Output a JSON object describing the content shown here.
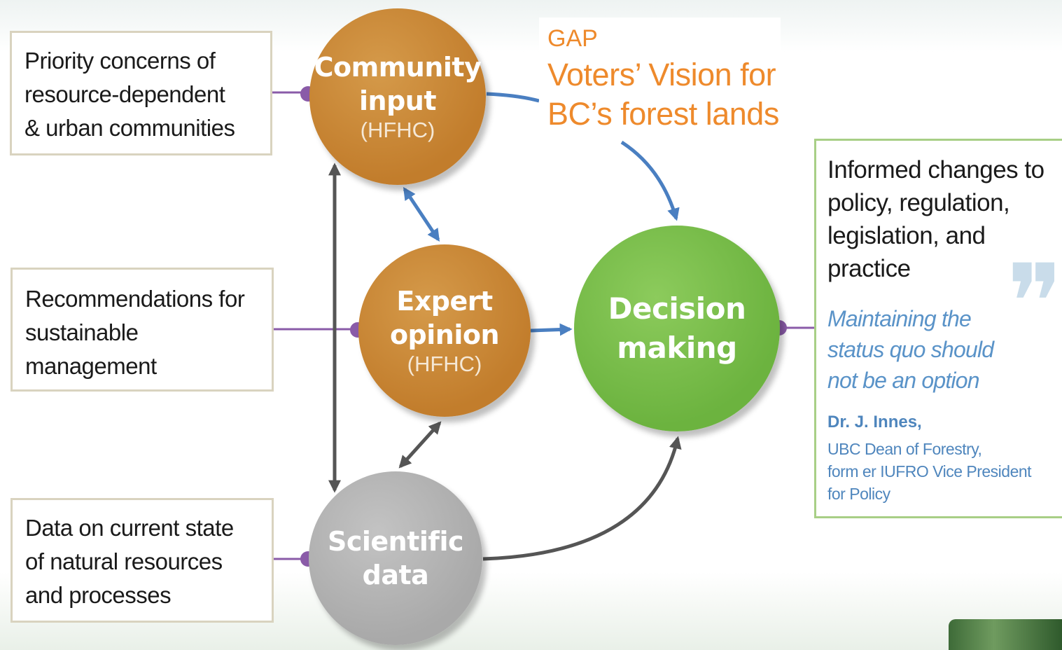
{
  "inputs": {
    "priority": [
      "Priority concerns of",
      "resource-dependent",
      "& urban communities"
    ],
    "recommendations": [
      "Recommendations for",
      "sustainable",
      "management"
    ],
    "data": [
      "Data on current state",
      "of natural resources",
      "and processes"
    ]
  },
  "nodes": {
    "community": {
      "title_1": "Community",
      "title_2": "input",
      "sub": "(HFHC)"
    },
    "expert": {
      "title_1": "Expert",
      "title_2": "opinion",
      "sub": "(HFHC)"
    },
    "decision": {
      "title_1": "Decision",
      "title_2": "making"
    },
    "science": {
      "title_1": "Scientific",
      "title_2": "data"
    }
  },
  "gap": {
    "label": "GAP",
    "vision": [
      "Voters’ Vision for",
      "BC’s forest lands"
    ]
  },
  "outcome": {
    "text": [
      "Informed changes to",
      "policy, regulation,",
      "legislation, and",
      "practice"
    ],
    "quote_mark": "❞",
    "quote": [
      "Maintaining the",
      "status quo should",
      "not be an option"
    ],
    "author": "Dr. J. Innes,",
    "role": [
      "UBC Dean of Forestry,",
      "form er IUFRO Vice President",
      "for Policy"
    ]
  },
  "colors": {
    "orange_node": "#c27d2c",
    "green_node": "#6cb33f",
    "grey_node": "#a9a9a9",
    "blue_arrow": "#4a7fc1",
    "grey_arrow": "#555555",
    "connector": "#8a5ba8",
    "gap_text": "#ee8a2c",
    "quote_text": "#5a93c8"
  }
}
